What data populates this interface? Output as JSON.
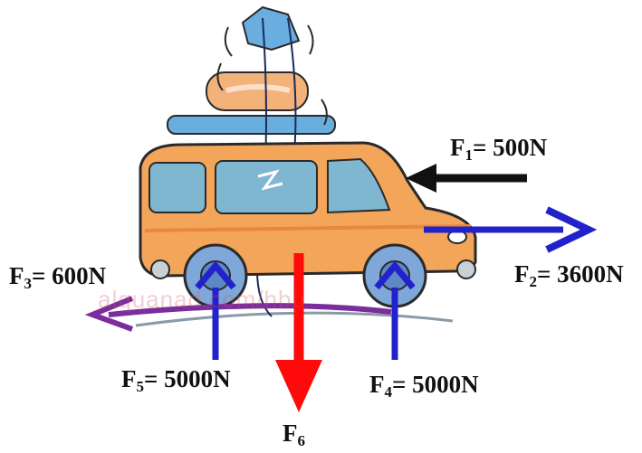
{
  "colors": {
    "van_body": "#f3a55a",
    "van_body_shade": "#e8883c",
    "window": "#7fb6d0",
    "wheel": "#7fa7d8",
    "push_arrow": "#111111",
    "thrust_arrow": "#2222cc",
    "normal_arrow": "#2222cc",
    "friction_arrow": "#7a2d9c",
    "weight_arrow": "#ff0a0a",
    "luggage_blue": "#6aaee0",
    "luggage_orange": "#f2b27a"
  },
  "forces": {
    "f1": {
      "name": "F",
      "sub": "1",
      "value": "= 500N"
    },
    "f2": {
      "name": "F",
      "sub": "2",
      "value": "= 3600N"
    },
    "f3": {
      "name": "F",
      "sub": "3",
      "value": "= 600N"
    },
    "f4": {
      "name": "F",
      "sub": "4",
      "value": "= 5000N"
    },
    "f5": {
      "name": "F",
      "sub": "5",
      "value": "= 5000N"
    },
    "f6": {
      "name": "F",
      "sub": "6",
      "value": ""
    }
  },
  "watermark": {
    "text": "alquanad.com/hbu"
  }
}
